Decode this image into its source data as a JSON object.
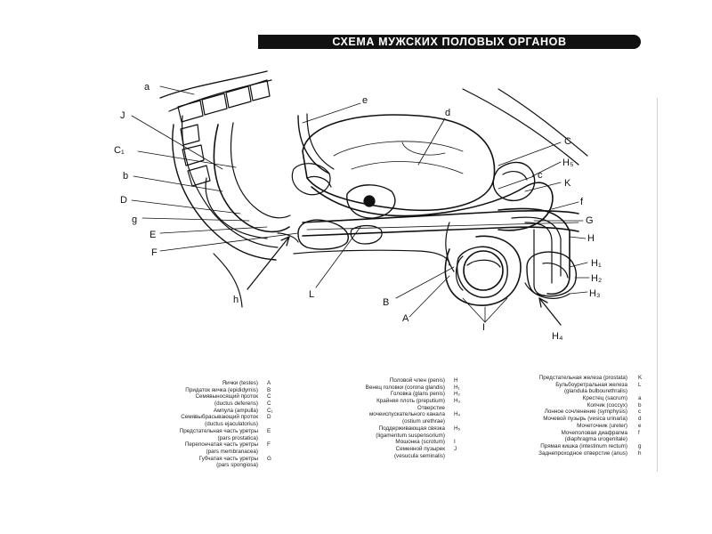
{
  "title": "СХЕМА МУЖСКИХ ПОЛОВЫХ ОРГАНОВ",
  "labels": {
    "a": "a",
    "J": "J",
    "C1": "C₁",
    "b": "b",
    "D": "D",
    "g": "g",
    "E": "E",
    "F": "F",
    "h": "h",
    "e": "e",
    "d": "d",
    "C": "C",
    "H5": "H₅",
    "c": "c",
    "K": "K",
    "f": "f",
    "G": "G",
    "H": "H",
    "H1": "H₁",
    "H2": "H₂",
    "H3": "H₃",
    "H4": "H₄",
    "L": "L",
    "B": "B",
    "A": "A",
    "I": "I"
  },
  "legend": {
    "col1": [
      {
        "text": "Яички (testes)",
        "code": "A"
      },
      {
        "text": "Придаток яичка (epididymis)",
        "code": "B"
      },
      {
        "text": "Семявыносящий проток",
        "code": "C"
      },
      {
        "text": "(ductus deferens)",
        "code": "C"
      },
      {
        "text": "Ампула (ampulla)",
        "code": "C₁"
      },
      {
        "text": "Семявыбрасывающий проток",
        "code": "D"
      },
      {
        "text": "(ductus ejaculatorius)",
        "code": ""
      },
      {
        "text": "Предстательная часть уретры",
        "code": "E"
      },
      {
        "text": "(pars prostatica)",
        "code": ""
      },
      {
        "text": "Перепончатая часть уретры",
        "code": "F"
      },
      {
        "text": "(pars membranacea)",
        "code": ""
      },
      {
        "text": "Губчатая часть уретры",
        "code": "G"
      },
      {
        "text": "(pars spongiosa)",
        "code": ""
      }
    ],
    "col2": [
      {
        "text": "Половой член (penis)",
        "code": "H"
      },
      {
        "text": "Венец головки (corona glandis)",
        "code": "H₁"
      },
      {
        "text": "Головка (glans penis)",
        "code": "H₂"
      },
      {
        "text": "Крайняя плоть (preputium)",
        "code": "H₃"
      },
      {
        "text": "Отверстие",
        "code": ""
      },
      {
        "text": "мочеиспускательного канала",
        "code": "H₄"
      },
      {
        "text": "(ostium urethrae)",
        "code": ""
      },
      {
        "text": "Поддерживающая связка",
        "code": "H₅"
      },
      {
        "text": "(ligamentum suspensorium)",
        "code": ""
      },
      {
        "text": "Мошонка (scrotum)",
        "code": "I"
      },
      {
        "text": "Семенной пузырек",
        "code": "J"
      },
      {
        "text": "(vesucula seminalis)",
        "code": ""
      }
    ],
    "col3": [
      {
        "text": "Предстательная железа (prostata)",
        "code": "K"
      },
      {
        "text": "Бульбоуретральная железа",
        "code": "L"
      },
      {
        "text": "(glandula bulbourethralis)",
        "code": ""
      },
      {
        "text": "Крестец (sacrum)",
        "code": "a"
      },
      {
        "text": "Копчик (coccyx)",
        "code": "b"
      },
      {
        "text": "Лонное сочленение (symphysis)",
        "code": "c"
      },
      {
        "text": "Мочевой пузырь (vesica urinaria)",
        "code": "d"
      },
      {
        "text": "Мочеточник (ureter)",
        "code": "e"
      },
      {
        "text": "Мочеполовая диафрагма",
        "code": "f"
      },
      {
        "text": "(diaphragma urogenitale)",
        "code": ""
      },
      {
        "text": "Прямая кишка (intestinum rectum)",
        "code": "g"
      },
      {
        "text": "Заднепроходное отверстие (anus)",
        "code": "h"
      }
    ]
  }
}
